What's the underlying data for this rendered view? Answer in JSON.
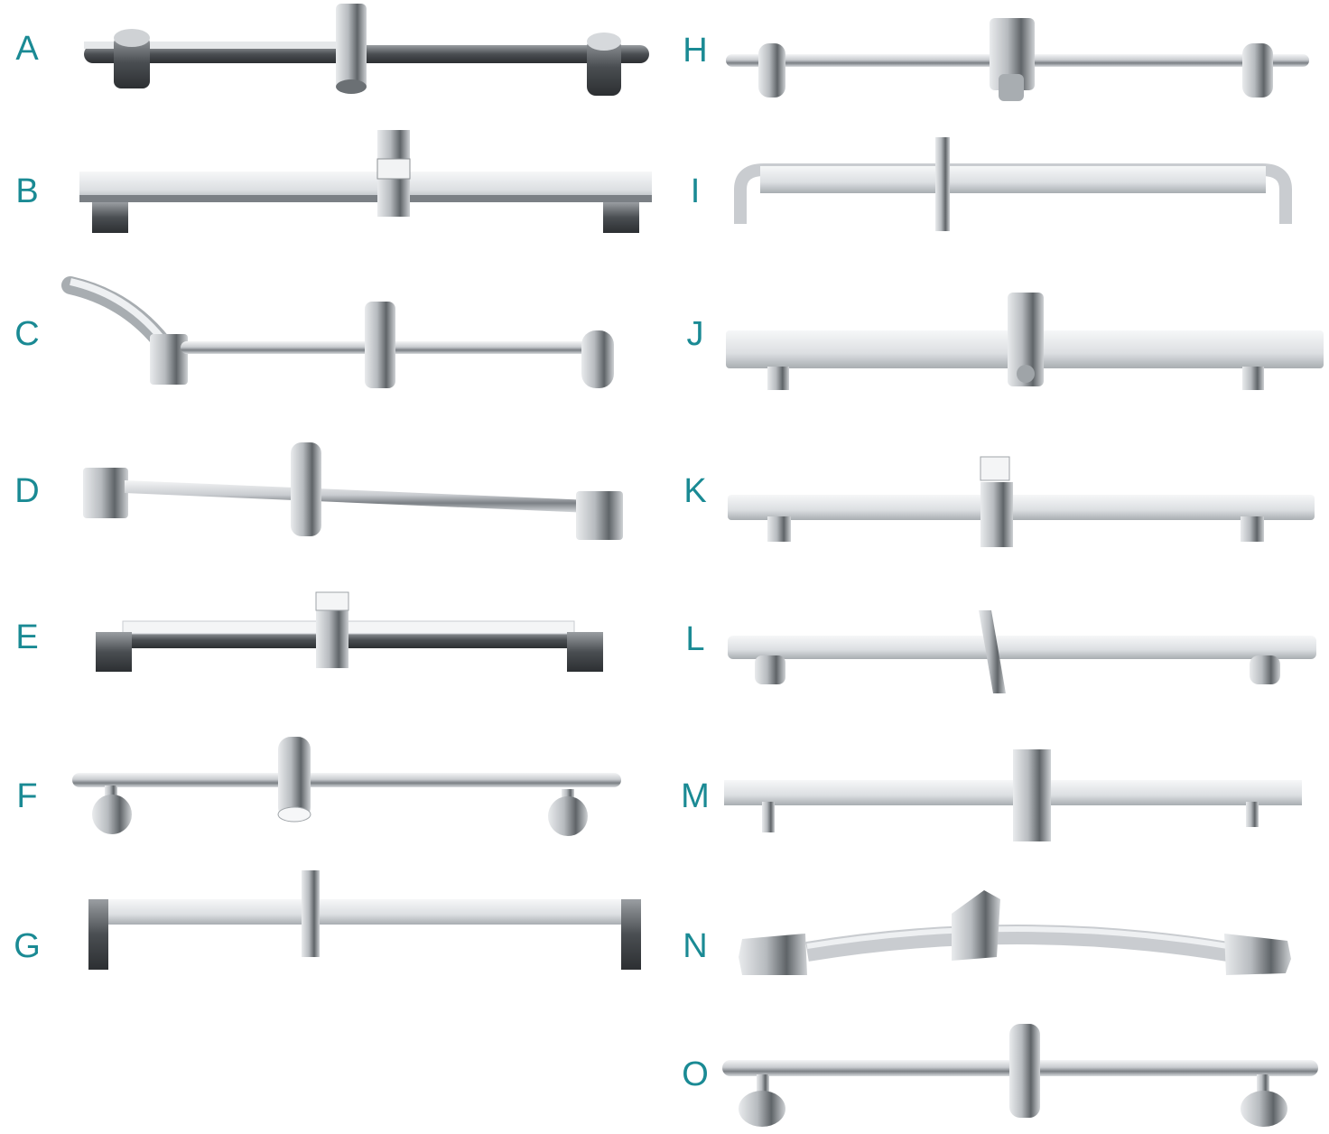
{
  "colors": {
    "label": "#1a8a94",
    "chrome_light": "#e6e8ea",
    "chrome_mid": "#9fa4a8",
    "chrome_dark": "#505458"
  },
  "items": [
    {
      "letter": "A"
    },
    {
      "letter": "B"
    },
    {
      "letter": "C"
    },
    {
      "letter": "D"
    },
    {
      "letter": "E"
    },
    {
      "letter": "F"
    },
    {
      "letter": "G"
    },
    {
      "letter": "H"
    },
    {
      "letter": "I"
    },
    {
      "letter": "J"
    },
    {
      "letter": "K"
    },
    {
      "letter": "L"
    },
    {
      "letter": "M"
    },
    {
      "letter": "N"
    },
    {
      "letter": "O"
    }
  ]
}
